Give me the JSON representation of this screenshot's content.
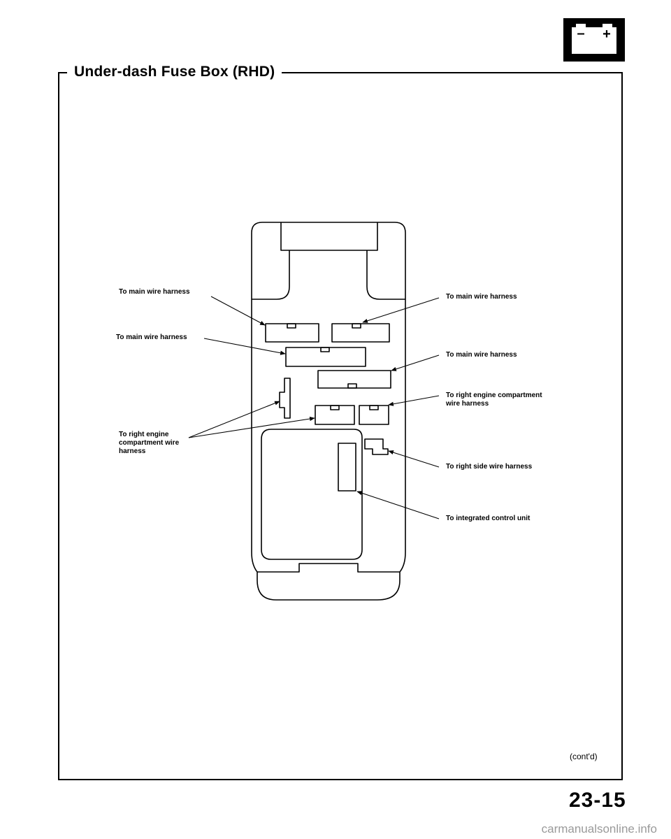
{
  "title": "Under-dash Fuse Box (RHD)",
  "battery_icon": {
    "minus": "–",
    "plus": "+"
  },
  "labels_left": {
    "main_1": "To main wire harness",
    "main_2": "To main wire harness",
    "right_engine_line1": "To right engine",
    "right_engine_line2": "compartment wire",
    "right_engine_line3": "harness"
  },
  "labels_right": {
    "main_1": "To main wire harness",
    "main_2": "To main wire harness",
    "right_engine_line1": "To right engine compartment",
    "right_engine_line2": "wire harness",
    "right_side": "To right side wire harness",
    "icu": "To integrated control unit"
  },
  "footer": {
    "contd": "(cont'd)",
    "page_number": "23-15",
    "watermark": "carmanualsonline.info"
  }
}
